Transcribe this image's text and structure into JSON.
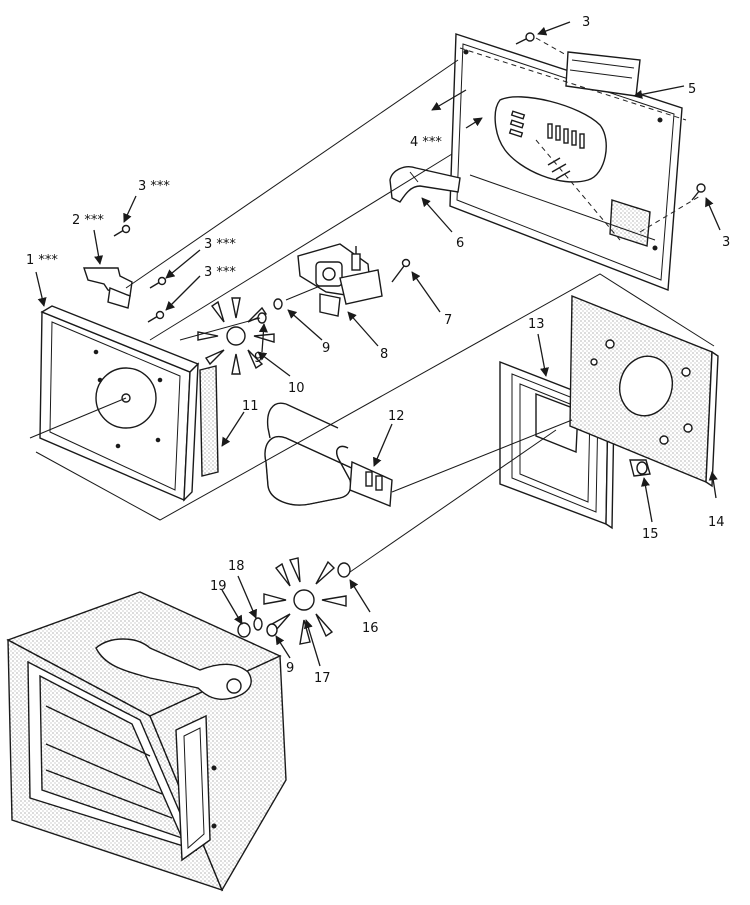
{
  "labels": {
    "p1": "1 ***",
    "p2": "2 ***",
    "p3a": "3 ***",
    "p3b": "3 ***",
    "p3c": "3 ***",
    "p3d": "3",
    "p3e": "3",
    "p4": "4 ***",
    "p5": "5",
    "p6": "6",
    "p7": "7",
    "p8": "8",
    "p9a": "9",
    "p9b": "9",
    "p9c": "9",
    "p10": "10",
    "p11": "11",
    "p12": "12",
    "p13": "13",
    "p14": "14",
    "p15": "15",
    "p16": "16",
    "p17": "17",
    "p18": "18",
    "p19": "19"
  }
}
